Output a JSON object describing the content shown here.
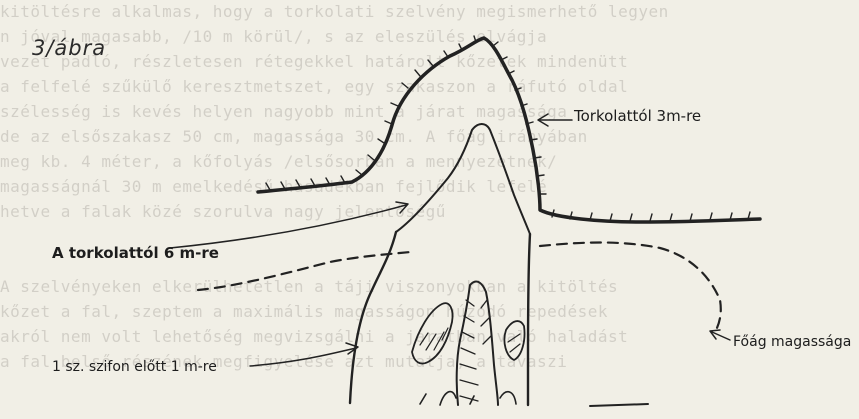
{
  "figure_label": "3/ábra",
  "labels": {
    "torkolat_3m": "Torkolattól 3m-re",
    "torkolat_6m": "A torkolattól 6 m-re",
    "foag": "Főág magassága",
    "szifon": "1 sz. szifon előtt 1 m-re"
  },
  "background_text": [
    "kitöltésre alkalmas, hogy a torkolati szelvény megismerhető legyen",
    "n jóval magasabb, /10 m körül/, s az eleszülés elvágja",
    "vezet padló, részletesen rétegekkel határolt kőzetek mindenütt",
    "a felfelé szűkülő keresztmetszet, egy szakaszon a ráfutó oldal",
    "szélesség is kevés helyen nagyobb mint a járat magassága",
    "de az elsőszakasz 50 cm, magassága 30 cm. A főág irányában",
    "meg kb. 4 méter, a kőfolyás /elsősorban a mennyezetnek/",
    "magasságnál 30 m emelkedésű hasadékban fejlődik lefelé",
    "hetve a falak közé szorulva nagy jelentőségű",
    "",
    "A szelvényeken elkerülhetetlen a táji viszonyokban a kitöltés",
    "kőzet a fal, szeptem a maximális magasságon húzódó repedések",
    "akról nem volt lehetőség megvizsgálni a járatban való haladást",
    "a fal belső részének megfigyelése azt mutatja, a tavaszi"
  ]
}
